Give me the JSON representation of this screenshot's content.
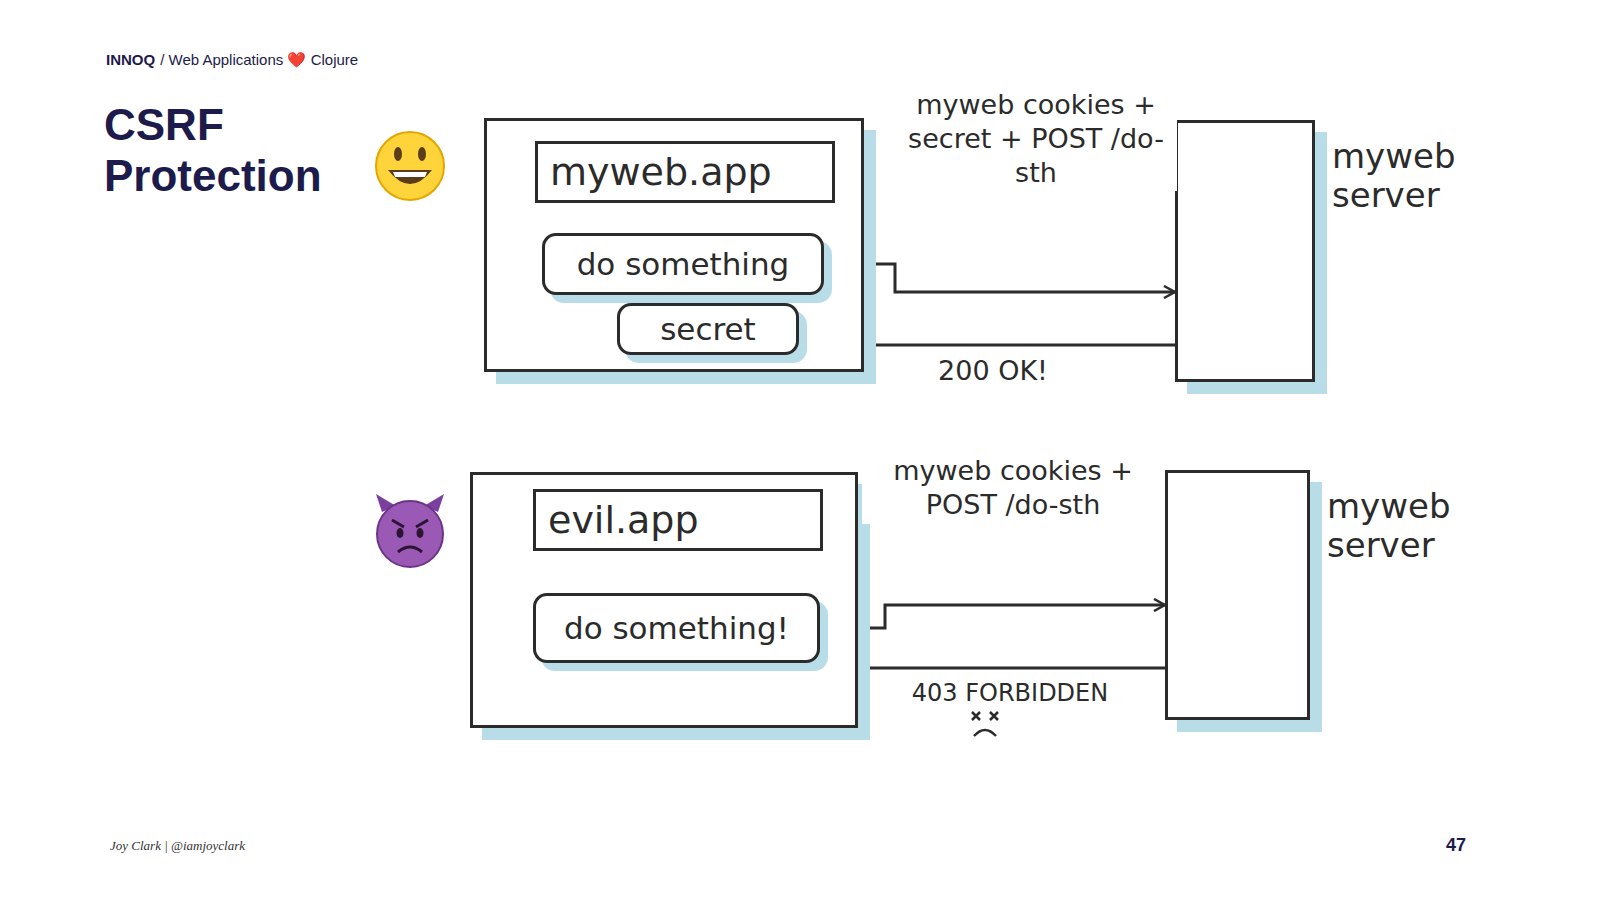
{
  "diagram": {
    "title": "CSRF Protection",
    "nodes": [
      {
        "text": []
      },
      {
        "text": [
          "myweb.app"
        ],
        "in": 0
      },
      {
        "text": [
          "do something"
        ],
        "in": 0
      },
      {
        "text": [
          "secret"
        ],
        "in": 0
      },
      {
        "text": [
          "myweb server"
        ]
      },
      {
        "text": []
      },
      {
        "text": [
          "evil.app"
        ],
        "in": 5
      },
      {
        "text": [
          "do something!"
        ],
        "in": 5
      },
      {
        "text": [
          "myweb server"
        ]
      }
    ],
    "edges": [
      {
        "from": 2,
        "to": 4,
        "arrow": "to",
        "label": "myweb cookies + secret + POST /do-sth"
      },
      {
        "from": 4,
        "to": 0,
        "arrow": "to",
        "label": "200 OK!"
      },
      {
        "from": 7,
        "to": 8,
        "arrow": "to",
        "label": "myweb cookies + POST /do-sth"
      },
      {
        "from": 8,
        "to": 5,
        "arrow": "to",
        "label": "403 FORBIDDEN"
      }
    ],
    "labels": [
      "INNOQ",
      "/ Web Applications ❤️ Clojure",
      "Joy Clark | @iamjoyclark",
      "47"
    ]
  }
}
